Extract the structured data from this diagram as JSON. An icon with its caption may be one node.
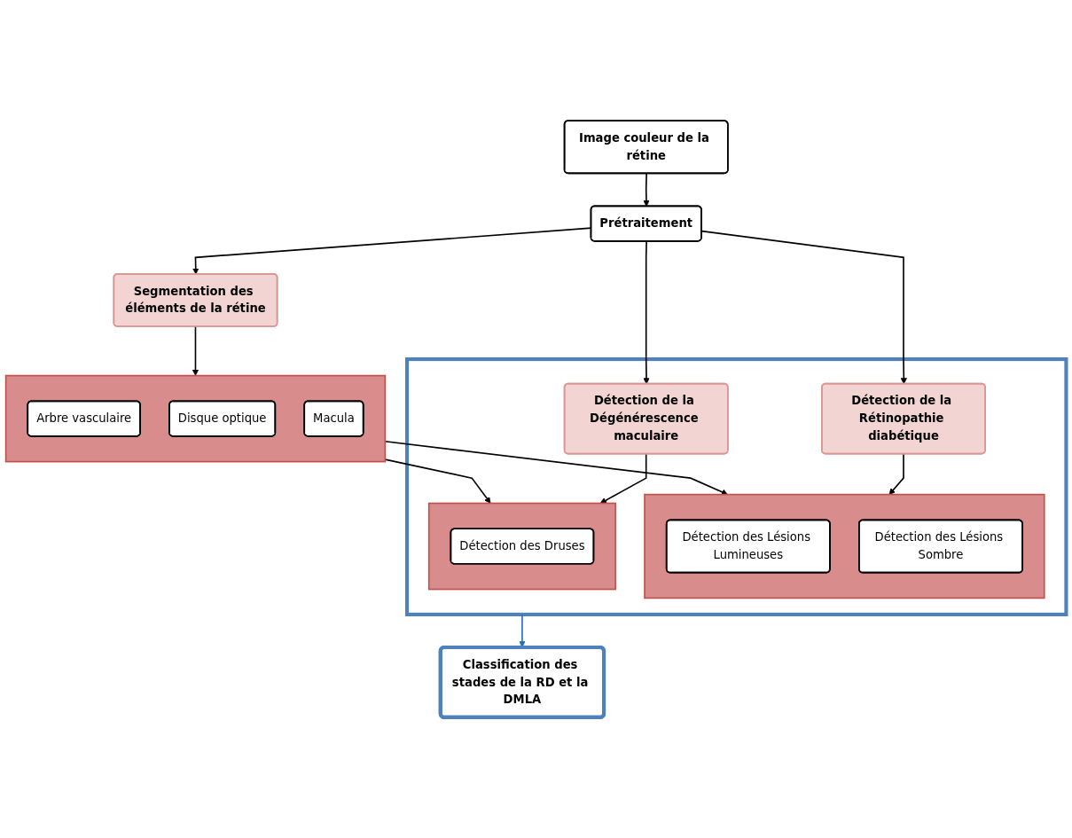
{
  "diagram": {
    "nodes": [
      {
        "text": [
          "Image couleur de la rétine"
        ]
      },
      {
        "text": [
          "Prétraitement"
        ]
      },
      {
        "text": [
          "Segmentation des éléments de la rétine"
        ]
      },
      {
        "text": [],
        "shape": "box"
      },
      {
        "text": [
          "Arbre vasculaire"
        ],
        "in": 3
      },
      {
        "text": [
          "Disque optique"
        ],
        "in": 3
      },
      {
        "text": [
          "Macula"
        ],
        "in": 3
      },
      {
        "text": [],
        "shape": "box"
      },
      {
        "text": [
          "Détection de la Rétinopathie diabétique"
        ],
        "in": 7
      },
      {
        "text": [],
        "shape": "box",
        "in": 7
      },
      {
        "text": [
          "Détection des Lésions Lumineuses"
        ],
        "in": 9
      },
      {
        "text": [
          "Détection des Lésions Sombre"
        ],
        "in": 9
      },
      {
        "text": [
          "Détection de la Dégénérescence maculaire"
        ],
        "in": 7
      },
      {
        "text": [],
        "shape": "box",
        "in": 7
      },
      {
        "text": [
          "Détection des Druses"
        ],
        "in": 13
      },
      {
        "text": [
          "Classification des stades de la RD et la DMLA"
        ]
      }
    ],
    "edges": [
      {
        "from": 0,
        "to": 1,
        "arrow": "to"
      },
      {
        "from": 1,
        "to": 2,
        "arrow": "to"
      },
      {
        "from": 1,
        "to": 8,
        "arrow": "to"
      },
      {
        "from": 1,
        "to": 12,
        "arrow": "to"
      },
      {
        "from": 2,
        "to": 3,
        "arrow": "to"
      },
      {
        "from": 3,
        "to": 9,
        "arrow": "to"
      },
      {
        "from": 3,
        "to": 13,
        "arrow": "to"
      },
      {
        "from": 8,
        "to": 9,
        "arrow": "to"
      },
      {
        "from": 12,
        "to": 13,
        "arrow": "to"
      },
      {
        "from": 7,
        "to": 15,
        "arrow": "to",
        "color": "#1f6fc0"
      }
    ]
  }
}
